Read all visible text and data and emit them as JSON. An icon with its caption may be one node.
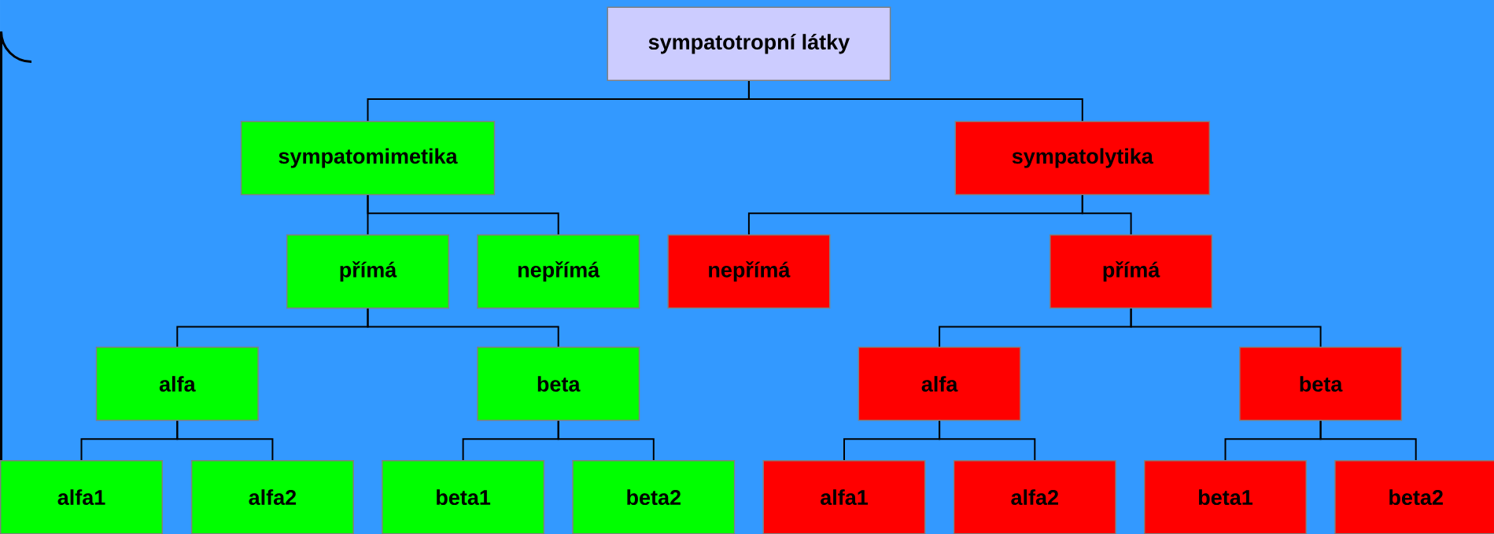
{
  "diagram": {
    "nodes": [
      {
        "text": [
          "sympatotropní látky"
        ]
      },
      {
        "text": [
          "sympatomimetika"
        ]
      },
      {
        "text": [
          "sympatolytika"
        ]
      },
      {
        "text": [
          "přímá"
        ]
      },
      {
        "text": [
          "nepřímá"
        ]
      },
      {
        "text": [
          "nepřímá"
        ]
      },
      {
        "text": [
          "přímá"
        ]
      },
      {
        "text": [
          "alfa"
        ]
      },
      {
        "text": [
          "beta"
        ]
      },
      {
        "text": [
          "alfa"
        ]
      },
      {
        "text": [
          "beta"
        ]
      },
      {
        "text": [
          "alfa1"
        ]
      },
      {
        "text": [
          "alfa2"
        ]
      },
      {
        "text": [
          "beta1"
        ]
      },
      {
        "text": [
          "beta2"
        ]
      },
      {
        "text": [
          "alfa1"
        ]
      },
      {
        "text": [
          "alfa2"
        ]
      },
      {
        "text": [
          "beta1"
        ]
      },
      {
        "text": [
          "beta2"
        ]
      }
    ],
    "edges": [
      {
        "from": 0,
        "to": 1,
        "arrow": "none"
      },
      {
        "from": 0,
        "to": 2,
        "arrow": "none"
      },
      {
        "from": 1,
        "to": 3,
        "arrow": "none"
      },
      {
        "from": 1,
        "to": 4,
        "arrow": "none"
      },
      {
        "from": 2,
        "to": 5,
        "arrow": "none"
      },
      {
        "from": 2,
        "to": 6,
        "arrow": "none"
      },
      {
        "from": 3,
        "to": 7,
        "arrow": "none"
      },
      {
        "from": 3,
        "to": 8,
        "arrow": "none"
      },
      {
        "from": 6,
        "to": 9,
        "arrow": "none"
      },
      {
        "from": 6,
        "to": 10,
        "arrow": "none"
      },
      {
        "from": 7,
        "to": 11,
        "arrow": "none"
      },
      {
        "from": 7,
        "to": 12,
        "arrow": "none"
      },
      {
        "from": 8,
        "to": 13,
        "arrow": "none"
      },
      {
        "from": 8,
        "to": 14,
        "arrow": "none"
      },
      {
        "from": 9,
        "to": 15,
        "arrow": "none"
      },
      {
        "from": 9,
        "to": 16,
        "arrow": "none"
      },
      {
        "from": 10,
        "to": 17,
        "arrow": "none"
      },
      {
        "from": 10,
        "to": 18,
        "arrow": "none"
      }
    ]
  }
}
